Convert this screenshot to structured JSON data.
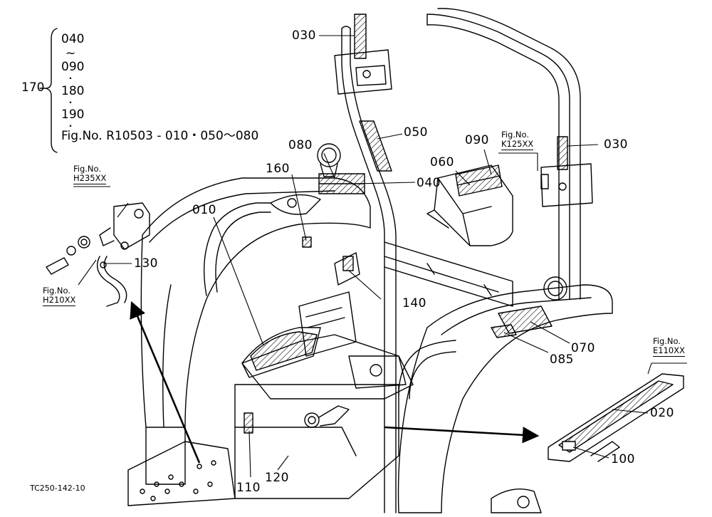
{
  "colors": {
    "ink": "#000000",
    "paper": "#ffffff"
  },
  "note_group": {
    "ref_label": "170",
    "values": [
      "040",
      "~",
      "090",
      "180",
      "190"
    ],
    "fig_line": "Fig.No. R10503 - 010・050～080"
  },
  "parts": {
    "p010": "010",
    "p020": "020",
    "p030a": "030",
    "p030b": "030",
    "p040": "040",
    "p050": "050",
    "p060": "060",
    "p070": "070",
    "p080": "080",
    "p085": "085",
    "p090": "090",
    "p100": "100",
    "p110": "110",
    "p120": "120",
    "p130": "130",
    "p140": "140",
    "p160": "160"
  },
  "fig_refs": {
    "h235": {
      "line1": "Fig.No.",
      "line2": "H235XX"
    },
    "h210": {
      "line1": "Fig.No.",
      "line2": "H210XX"
    },
    "k125": {
      "line1": "Fig.No.",
      "line2": "K125XX"
    },
    "e110": {
      "line1": "Fig.No.",
      "line2": "E110XX"
    }
  },
  "drawing_code": "TC250-142-10"
}
